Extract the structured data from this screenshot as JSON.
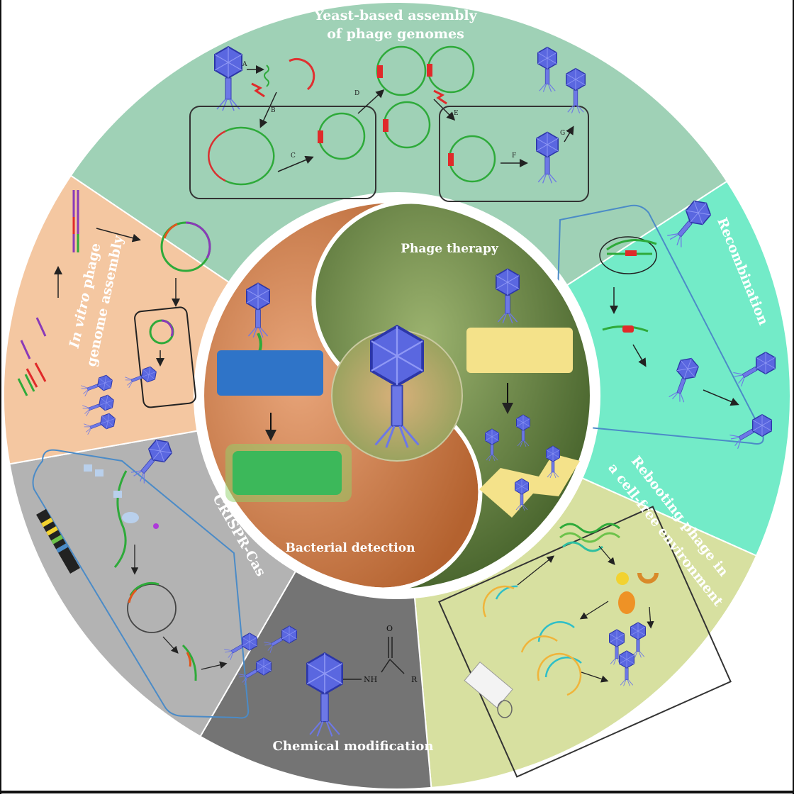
{
  "sectors": {
    "yeast": {
      "line1": "Yeast-based assembly",
      "line2": "of phage genomes",
      "color": "#9fd1b6"
    },
    "recombination": {
      "label": "Recombination",
      "color": "#73ebc8"
    },
    "rebooting": {
      "line1": "Rebooting phage in",
      "line2": "a cell-free environment",
      "color": "#d7e0a0"
    },
    "chemical": {
      "label": "Chemical modification",
      "color": "#747474"
    },
    "crispr": {
      "label": "CRISPR-Cas",
      "color": "#b3b3b3"
    },
    "invitro": {
      "line1_italic": "In vitro",
      "line1_rest": " phage",
      "line2": "genome assembly",
      "color": "#f4c7a1"
    }
  },
  "center": {
    "therapy_label": "Phage therapy",
    "detection_label": "Bacterial detection",
    "therapy_color": "#5f7c3a",
    "detection_color": "#c97a46"
  },
  "chem": {
    "nh": "NH",
    "o": "O",
    "r": "R"
  },
  "steps": {
    "A": "A",
    "B": "B",
    "C": "C",
    "D": "D",
    "E": "E",
    "F": "F",
    "G": "G"
  }
}
